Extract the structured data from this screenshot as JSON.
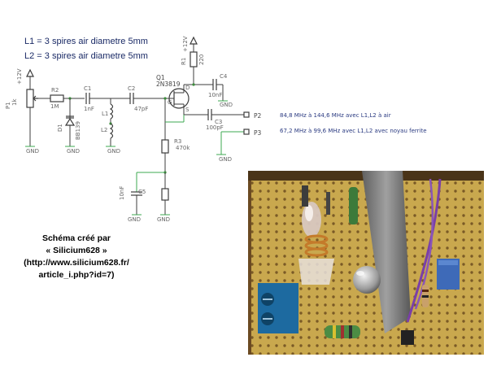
{
  "notes": {
    "l1": "L1 = 3 spires air diametre 5mm",
    "l2": "L2 = 3 spires air diametre 5mm"
  },
  "labels": {
    "p1": "P1",
    "p1_val": "1k",
    "r2": "R2",
    "r2_val": "1M",
    "c1": "C1",
    "c1_val": "1nF",
    "c2": "C2",
    "c2_val": "47pF",
    "d1": "D1",
    "d1_val": "BB139",
    "l1": "L1",
    "l2": "L2",
    "q1": "Q1",
    "q1_val": "2N3819",
    "r1": "R1",
    "r1_val": "220",
    "c4": "C4",
    "c4_val": "10nF",
    "c3": "C3",
    "c3_val": "100pF",
    "r3": "R3",
    "r3_val": "470k",
    "c5": "C5",
    "c5_val": "10nF",
    "p2": "P2",
    "p3": "P3",
    "vcc1": "+12V",
    "vcc2": "+12V",
    "gnd": "GND",
    "pin_d": "D",
    "pin_g": "G",
    "pin_s": "S"
  },
  "freq": {
    "line1": "84,8 MHz à 144,6 MHz avec L1,L2 à air",
    "line2": "67,2 MHz à 99,6 MHz avec L1,L2 avec noyau ferrite"
  },
  "credit": {
    "line1": "Schéma créé par",
    "line2": "« Silicium628 »",
    "line3": "(http://www.silicium628.fr/",
    "line4": "article_i.php?id=7)"
  },
  "colors": {
    "wire": "#3c3c3c",
    "ground_net": "#3caa50",
    "note_text": "#1a2a66",
    "board": "#c9a84e"
  }
}
